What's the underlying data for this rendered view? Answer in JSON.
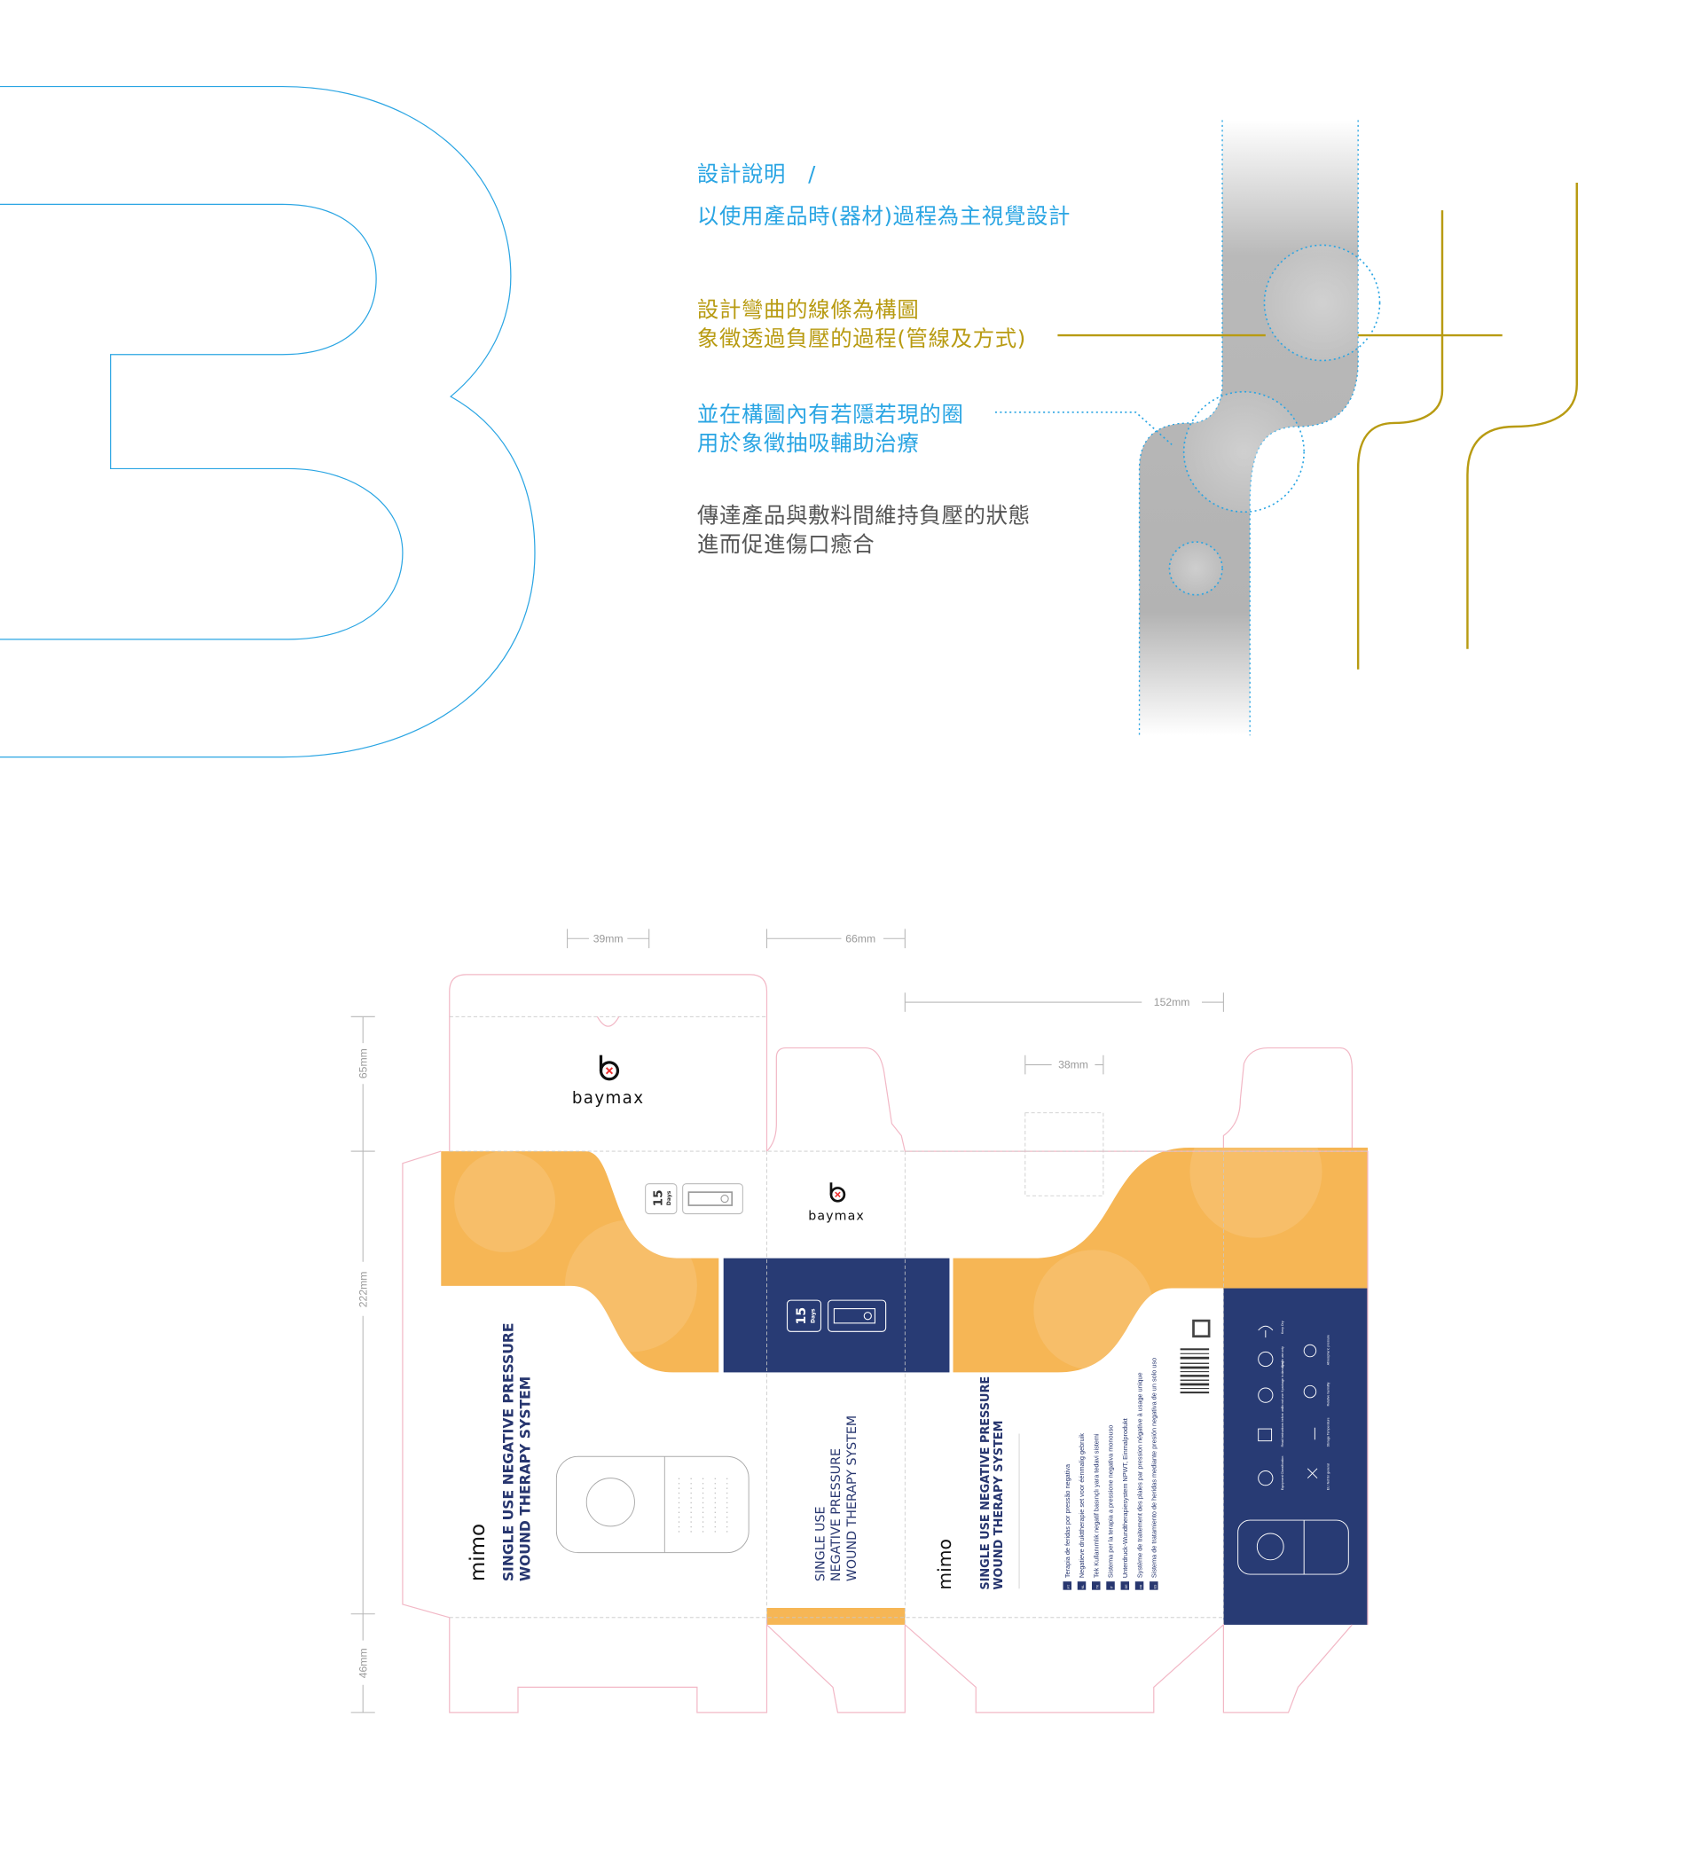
{
  "colors": {
    "blue": "#2aa5e3",
    "gold": "#b89b12",
    "gray_text": "#555555",
    "orange": "#f6b655",
    "navy": "#283b74",
    "dieline": "#f2b8c6"
  },
  "concept": {
    "heading": "設計說明　/",
    "subheading": "以使用產品時(器材)過程為主視覺設計",
    "gold_lines": [
      "設計彎曲的線條為構圖",
      "象徵透過負壓的過程(管線及方式)"
    ],
    "blue_lines": [
      "並在構圖內有若隱若現的圈",
      "用於象徵抽吸輔助治療"
    ],
    "gray_lines": [
      "傳達產品與敷料間維持負壓的狀態",
      "進而促進傷口癒合"
    ]
  },
  "dieline": {
    "dimensions": {
      "w39": "39mm",
      "w66": "66mm",
      "w152": "152mm",
      "w38": "38mm",
      "h65": "65mm",
      "h222": "222mm",
      "h46": "46mm"
    },
    "brand": "baymax",
    "product_brand": "mimo",
    "badge_number": "15",
    "badge_unit": "Days",
    "title_lines": [
      "SINGLE USE NEGATIVE PRESSURE",
      "WOUND THERAPY SYSTEM"
    ],
    "side_lines": [
      "SINGLE USE",
      "NEGATIVE PRESSURE",
      "WOUND THERAPY SYSTEM"
    ],
    "languages": [
      {
        "code": "PT",
        "text": "Terapia de feridas por pressão negativa"
      },
      {
        "code": "NL",
        "text": "Negatieve drukttherapie set voor éénmalig gebruik"
      },
      {
        "code": "TK",
        "text": "Tek Kullanımlık negatif basınçlı yara tedavi sistemi"
      },
      {
        "code": "IT",
        "text": "Sistema per la terapia a pressione negativa monouso"
      },
      {
        "code": "DE",
        "text": "Unterdruck-Wundtherapiesystem NPWT, Einmalprodukt"
      },
      {
        "code": "FR",
        "text": "Système de traitement des plaies par pression négative à usage unique"
      },
      {
        "code": "ES",
        "text": "Sistema de tratamiento de heridas mediante presión negativa de un solo uso"
      }
    ],
    "symbols": [
      "Equipment Classification",
      "Read Instructions before use",
      "Do not use if package is damaged",
      "Single use only",
      "Keep Dry",
      "EU: Not for general",
      "Storage Temperature",
      "Relative humidity",
      "Atmospheric pressure"
    ]
  }
}
